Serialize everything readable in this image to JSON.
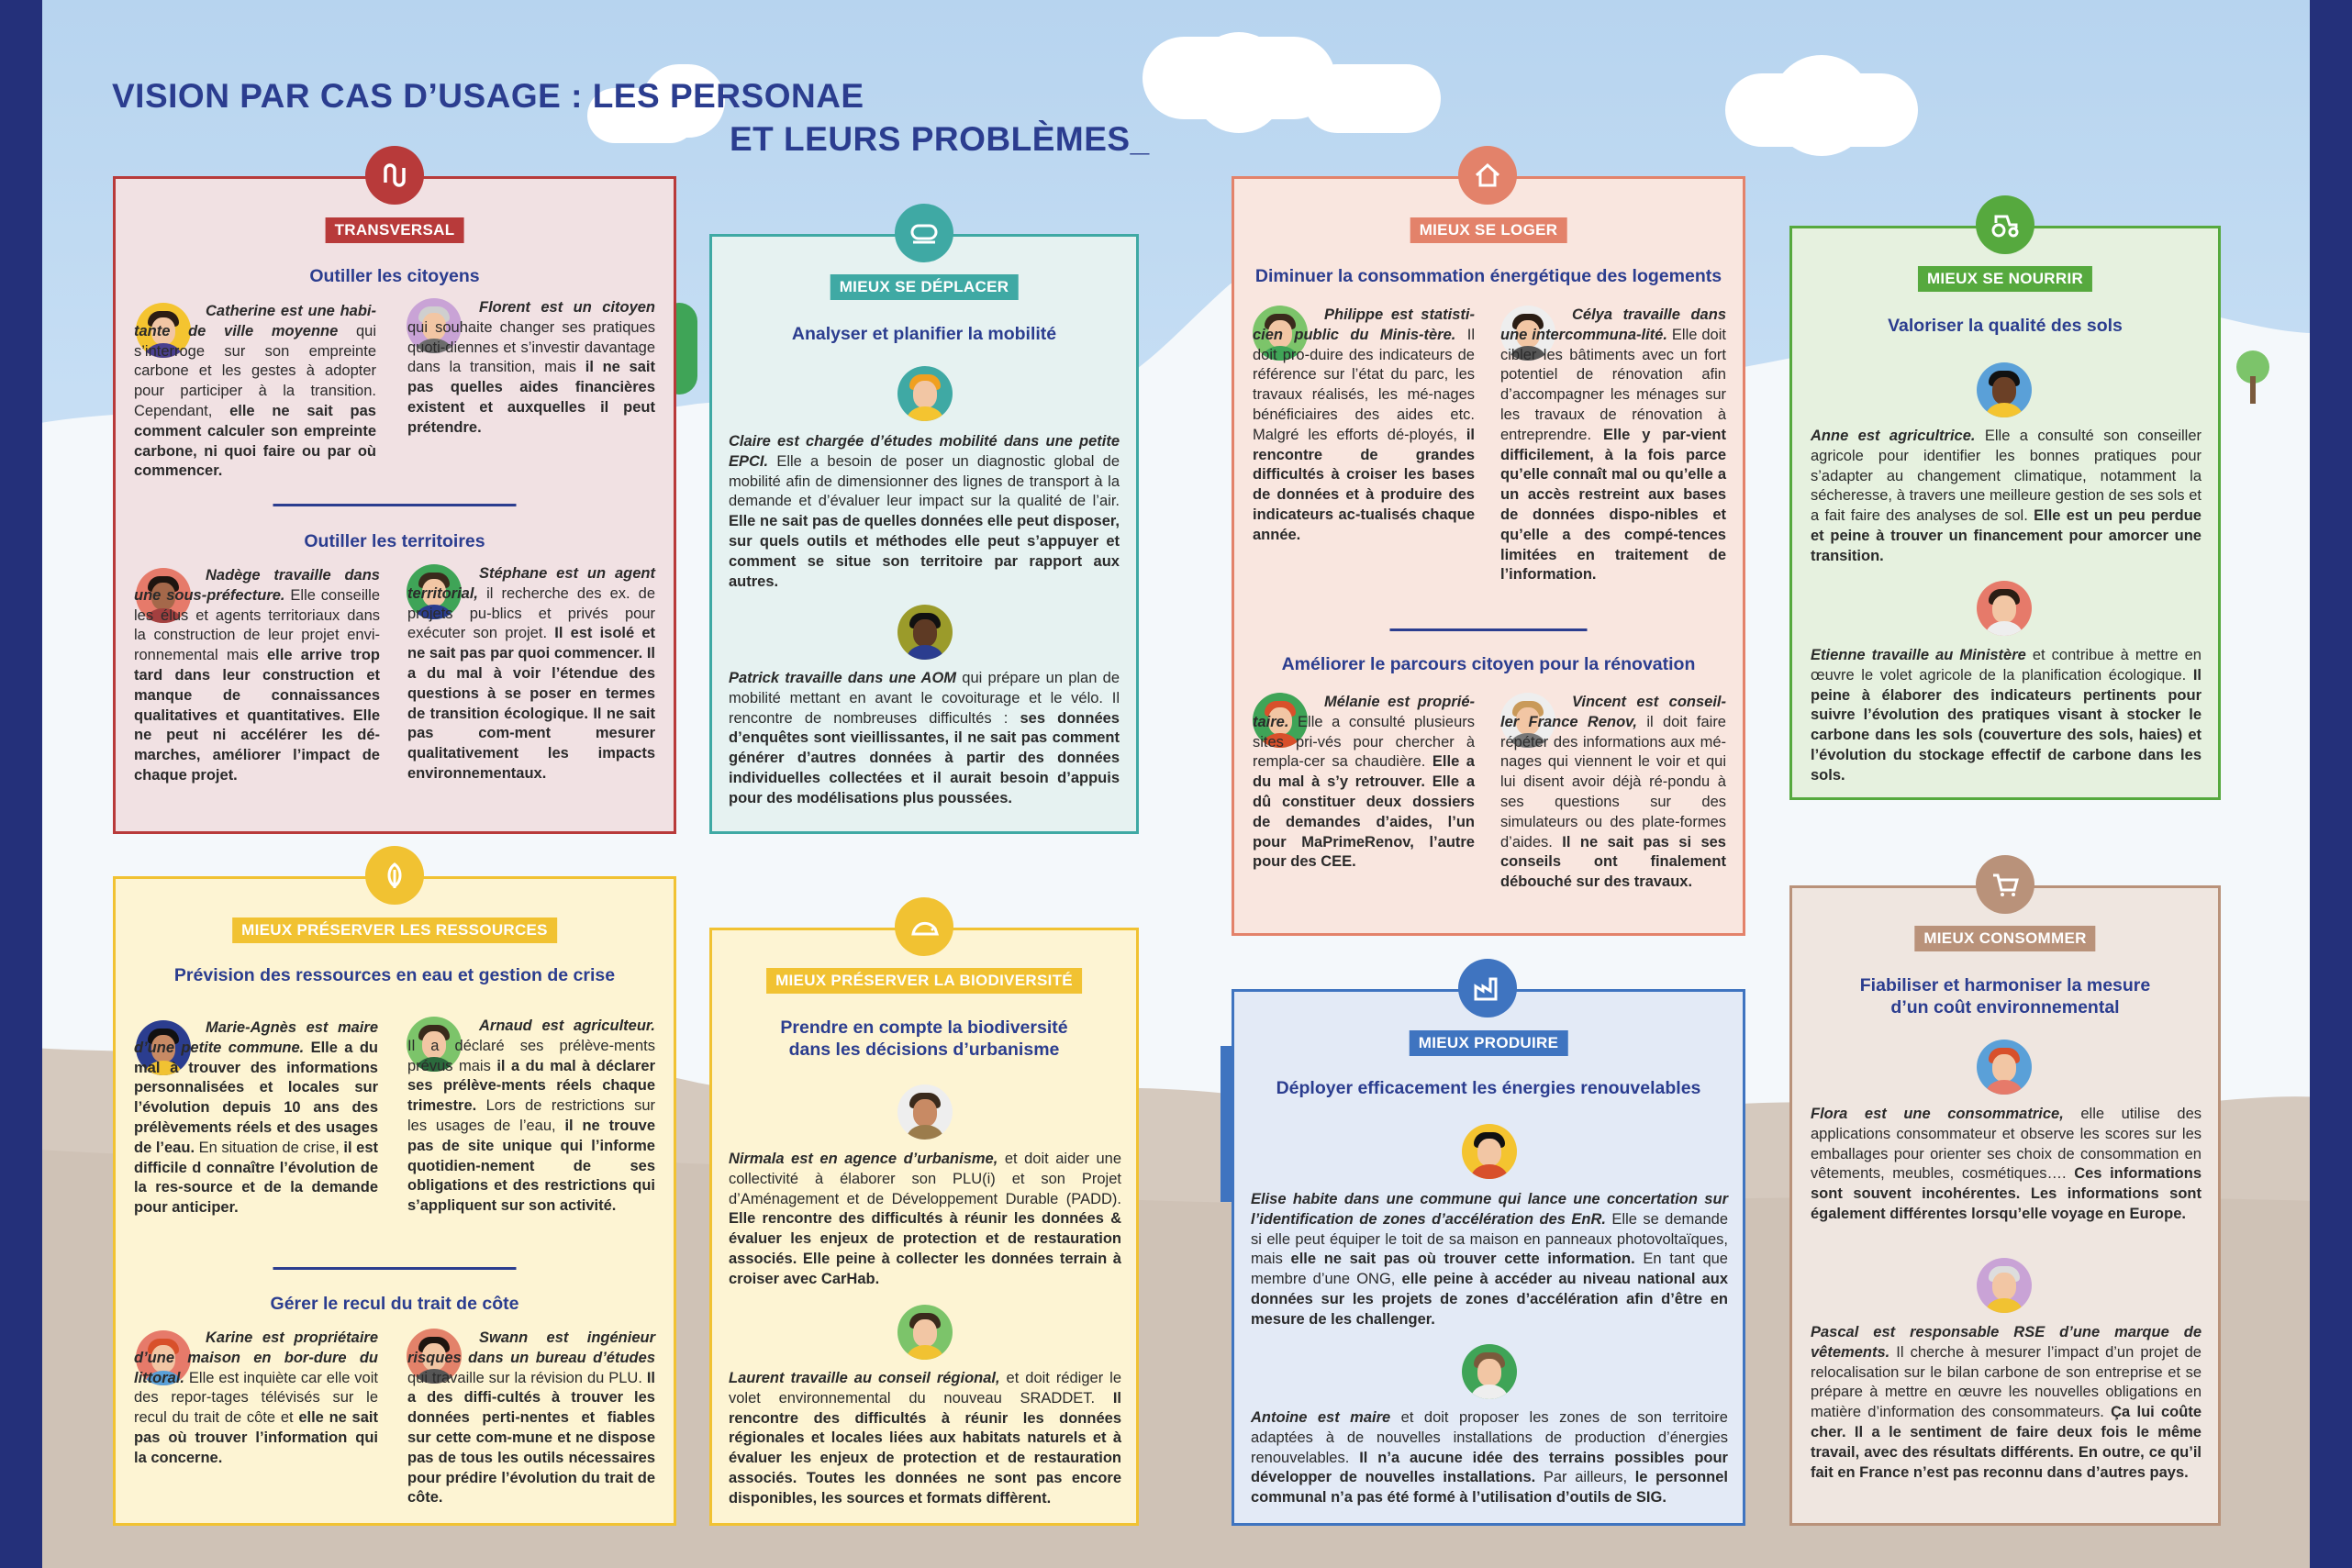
{
  "title": {
    "line1": "VISION PAR CAS D’USAGE : LES PERSONAE",
    "line2": "ET LEURS PROBLÈMES_"
  },
  "colors": {
    "navy": "#2b3d8f",
    "transversal": "#b83a3a",
    "deplacer": "#3fa9a4",
    "loger": "#e3826a",
    "nourrir": "#56a93e",
    "ressources": "#f1c232",
    "biodiversite": "#f1c232",
    "produire": "#3f74c0",
    "consommer": "#b9927a"
  },
  "cards": {
    "transversal": {
      "icon": "transversal-icon",
      "badge": "TRANSVERSAL",
      "s1": {
        "title": "Outiller les citoyens",
        "catherine": {
          "t1": "Catherine est une habi-tante de ville moyenne",
          "t2": " qui s’interroge sur son empreinte carbone et les gestes à adopter pour participer à la transition. Cependant, ",
          "t3": "elle ne sait pas comment calculer son empreinte carbone, ni quoi faire ou par où commencer."
        },
        "florent": {
          "t1": "Florent est un citoyen",
          "t2": " qui souhaite changer ses pratiques quoti-diennes et s’investir davantage dans la transition, mais ",
          "t3": "il ne sait pas quelles aides financières existent et auxquelles il peut prétendre."
        }
      },
      "s2": {
        "title": "Outiller les territoires",
        "nadege": {
          "t1": "Nadège travaille dans une sous-préfecture.",
          "t2": " Elle conseille les élus et agents territoriaux dans la construction de leur projet envi-ronnemental mais ",
          "t3": "elle arrive trop tard dans leur construction et manque de connaissances qualitatives et quantitatives. Elle ne peut ni accélérer les dé-marches, améliorer l’impact de chaque projet."
        },
        "stephane": {
          "t1": "Stéphane est un agent territorial,",
          "t2": " il recherche des ex. de projets pu-blics et privés pour exécuter son projet. ",
          "t3": "Il est isolé et ne sait pas par quoi commencer. Il a du mal à voir l’étendue des questions à se poser en termes de transition écologique. Il ne sait pas com-ment mesurer qualitativement les impacts environnementaux."
        }
      }
    },
    "deplacer": {
      "icon": "train-icon",
      "badge": "MIEUX SE DÉPLACER",
      "title": "Analyser et planifier la mobilité",
      "claire": {
        "t1": "Claire est chargée d’études mobilité dans une petite EPCI.",
        "t2": " Elle a besoin de poser un diagnostic global de mobilité afin de dimensionner des lignes de transport à la demande et d’évaluer leur impact sur la qualité de l’air. ",
        "t3": "Elle ne sait pas de quelles données elle peut disposer, sur quels outils et méthodes elle peut s’appuyer et comment se situe son territoire par rapport aux autres."
      },
      "patrick": {
        "t1": "Patrick travaille dans une AOM",
        "t2": " qui prépare un plan de mobilité mettant en avant le covoiturage et le vélo. Il rencontre de nombreuses difficultés : ",
        "t3": "ses données d’enquêtes sont vieillissantes, il ne sait pas comment générer d’autres données à partir des données individuelles collectées et il aurait besoin d’appuis pour des modélisations plus poussées."
      }
    },
    "loger": {
      "icon": "house-icon",
      "badge": "MIEUX SE LOGER",
      "s1": {
        "title": "Diminuer la consommation énergétique des logements",
        "philippe": {
          "t1": "Philippe est statisti-cien public du Minis-tère.",
          "t2": " Il doit pro-duire des indicateurs de référence sur l’état du parc, les travaux réalisés, les mé-nages bénéficiaires des aides etc. Malgré les efforts dé-ployés, ",
          "t3": "il rencontre de grandes difficultés à croiser les bases de données et à produire des indicateurs ac-tualisés chaque année."
        },
        "celya": {
          "t1": "Célya travaille dans une intercommuna-lité.",
          "t2": " Elle doit cibler les bâtiments avec un fort potentiel de rénovation afin d’accompagner les ménages sur les travaux de rénovation à entreprendre. ",
          "t3": "Elle y par-vient difficilement, à la fois parce qu’elle connaît mal ou qu’elle a un accès restreint aux bases de données dispo-nibles et qu’elle a des compé-tences limitées en traitement de l’information."
        }
      },
      "s2": {
        "title": "Améliorer le parcours citoyen pour la rénovation",
        "melanie": {
          "t1": "Mélanie est proprié-taire.",
          "t2": " Elle a consulté plusieurs sites pri-vés pour chercher à rempla-cer sa chaudière. ",
          "t3": "Elle a du mal à s’y retrouver. Elle a dû constituer deux dossiers de demandes d’aides, l’un pour MaPrimeRenov, l’autre pour des CEE."
        },
        "vincent": {
          "t1": "Vincent est conseil-ler France Renov,",
          "t2": " il doit faire répéter des informations aux mé-nages qui viennent le voir et qui lui disent avoir déjà ré-pondu à ses questions sur des simulateurs ou des plate-formes d’aides. ",
          "t3": "Il ne sait pas si ses conseils ont finalement débouché sur des travaux."
        }
      }
    },
    "nourrir": {
      "icon": "tractor-icon",
      "badge": "MIEUX SE NOURRIR",
      "title": "Valoriser la qualité des sols",
      "anne": {
        "t1": "Anne est agricultrice.",
        "t2": " Elle a consulté son conseiller agricole pour identifier les bonnes pratiques pour s’adapter au changement climatique, notamment la sécheresse, à travers une meilleure gestion de ses sols et a fait faire des analyses de sol. ",
        "t3": "Elle est un peu perdue et peine à trouver un financement pour amorcer une transition."
      },
      "etienne": {
        "t1": "Etienne travaille au Ministère",
        "t2": " et contribue à mettre en œuvre le volet agricole de la planification écologique. ",
        "t3": "Il peine à élaborer des indicateurs pertinents pour suivre l’évolution des pratiques visant à stocker le carbone dans les sols (couverture des sols, haies) et l’évolution du stockage effectif de carbone dans les sols."
      }
    },
    "ressources": {
      "icon": "leaf-icon",
      "badge": "MIEUX PRÉSERVER LES RESSOURCES",
      "s1": {
        "title": "Prévision des ressources en eau et gestion de crise",
        "marieagnes": {
          "t1": "Marie-Agnès est maire d’une petite commune.",
          "t2": " ",
          "t3": "Elle a du mal à trouver des informations personnalisées et locales sur l’évolution depuis 10 ans des prélèvements réels et des usages de l’eau.",
          "t4": " En situation de crise, ",
          "t5": "il est difficile d connaître l’évolution de la res-source et de la demande pour anticiper."
        },
        "arnaud": {
          "t1": "Arnaud est agriculteur.",
          "t2": " Il a déclaré ses prélève-ments prévus mais ",
          "t3": "il a du mal à déclarer ses prélève-ments réels chaque trimestre.",
          "t4": " Lors de restrictions sur les usages de l’eau, ",
          "t5": "il ne trouve pas de site unique qui l’informe quotidien-nement de ses obligations et des restrictions qui s’appliquent sur son activité."
        }
      },
      "s2": {
        "title": "Gérer le recul du trait de côte",
        "karine": {
          "t1": "Karine est propriétaire d’une maison en bor-dure du littoral.",
          "t2": " Elle est inquiète car elle voit des repor-tages télévisés sur le recul du trait de côte et ",
          "t3": "elle ne sait pas où trouver l’information qui la concerne."
        },
        "swann": {
          "t1": "Swann est ingénieur risques dans un bureau d’études",
          "t2": " qui travaille sur la révision du PLU. ",
          "t3": "Il a des diffi-cultés à trouver les données perti-nentes et fiables sur cette com-mune et ne dispose pas de tous les outils nécessaires pour prédire l’évolution du trait de côte."
        }
      }
    },
    "biodiversite": {
      "icon": "hedgehog-icon",
      "badge": "MIEUX PRÉSERVER LA BIODIVERSITÉ",
      "title1": "Prendre en compte la biodiversité",
      "title2": "dans les décisions d’urbanisme",
      "nirmala": {
        "t1": "Nirmala est en agence d’urbanisme,",
        "t2": " et doit aider une collectivité à élaborer son PLU(i) et son Projet d’Aménagement et de Développement Durable (PADD). ",
        "t3": "Elle rencontre des difficultés à réunir les données & évaluer les enjeux de protection et de restauration associés. Elle peine à collecter les données terrain à croiser avec CarHab."
      },
      "laurent": {
        "t1": "Laurent travaille au conseil régional,",
        "t2": " et doit rédiger le volet environnemental du nouveau SRADDET. ",
        "t3": "Il rencontre des difficultés à réunir les données régionales et locales liées aux habitats naturels et à évaluer les enjeux de protection et de restauration associés. Toutes les données ne sont pas encore disponibles, les sources et formats diffèrent."
      }
    },
    "produire": {
      "icon": "factory-icon",
      "badge": "MIEUX PRODUIRE",
      "title": "Déployer efficacement les énergies renouvelables",
      "elise": {
        "t1": "Elise habite dans une commune qui lance une concertation sur l’identification de zones d’accélération des EnR.",
        "t2": " Elle se demande si elle peut équiper le toit de sa maison en panneaux photovoltaïques, mais ",
        "t3": "elle ne sait pas où trouver cette information.",
        "t4": " En tant que membre d’une ONG, ",
        "t5": "elle peine à accéder au niveau national aux données sur les projets de zones d’accélération afin d’être en mesure de les challenger."
      },
      "antoine": {
        "t1": "Antoine est maire",
        "t2": " et doit proposer les zones de son territoire adaptées à de nouvelles installations de production d’énergies renouvelables. ",
        "t3": "Il n’a aucune idée des terrains possibles pour développer de nouvelles installations.",
        "t4": " Par ailleurs, ",
        "t5": "le personnel communal n’a pas été formé à l’utilisation d’outils de SIG."
      }
    },
    "consommer": {
      "icon": "cart-icon",
      "badge": "MIEUX CONSOMMER",
      "title1": "Fiabiliser et harmoniser la mesure",
      "title2": "d’un coût environnemental",
      "flora": {
        "t1": "Flora est une consommatrice,",
        "t2": " elle utilise des applications consommateur et observe les scores sur les emballages pour orienter ses choix de consommation en vêtements, meubles, cosmétiques…. ",
        "t3": "Ces informations sont souvent incohérentes. Les informations sont également différentes lorsqu’elle voyage en Europe."
      },
      "pascal": {
        "t1": "Pascal est responsable RSE d’une marque de vêtements.",
        "t2": " Il cherche à mesurer l’impact d’un projet de relocalisation sur le bilan carbone de son entreprise et se prépare à mettre en œuvre les nouvelles obligations en matière d’information des consommateurs. ",
        "t3": "Ça lui coûte cher. Il a le sentiment de faire deux fois le même travail, avec des résultats différents. En outre, ce qu’il fait en France n’est pas reconnu dans d’autres pays."
      }
    }
  }
}
